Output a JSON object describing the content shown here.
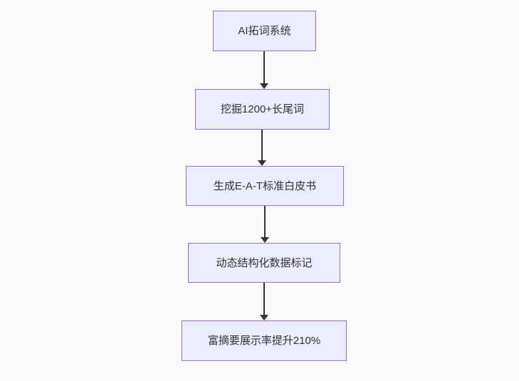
{
  "diagram": {
    "type": "flowchart",
    "direction": "top-down",
    "nodes": [
      {
        "id": "step-1",
        "label": "AI拓词系统"
      },
      {
        "id": "step-2",
        "label": "挖掘1200+长尾词"
      },
      {
        "id": "step-3",
        "label": "生成E-A-T标准白皮书"
      },
      {
        "id": "step-4",
        "label": "动态结构化数据标记"
      },
      {
        "id": "step-5",
        "label": "富摘要展示率提升210%"
      }
    ],
    "edges": [
      {
        "from": "step-1",
        "to": "step-2"
      },
      {
        "from": "step-2",
        "to": "step-3"
      },
      {
        "from": "step-3",
        "to": "step-4"
      },
      {
        "from": "step-4",
        "to": "step-5"
      }
    ],
    "colors": {
      "background": "#fafafa",
      "node_fill": "#ECECFF",
      "node_border": "#9370DB",
      "arrow": "#333333",
      "text": "#333333"
    }
  }
}
